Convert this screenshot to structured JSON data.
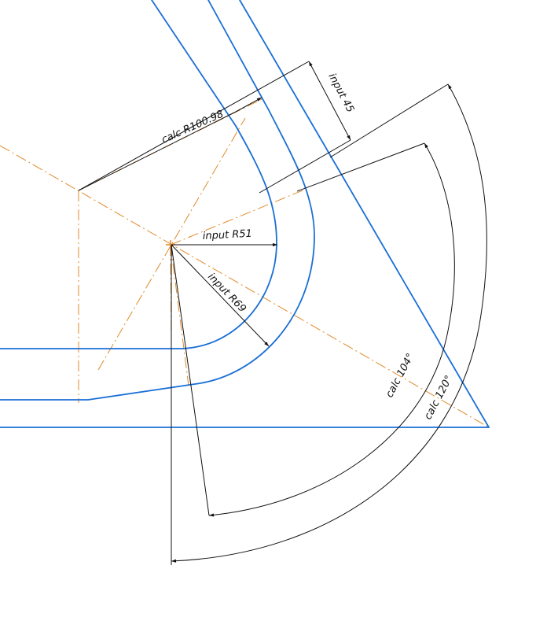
{
  "colors": {
    "geometry": "#1a6fd6",
    "dimension": "#111111",
    "centerline": "#e08a2a",
    "background": "#ffffff"
  },
  "labels": {
    "calc_r100": "calc R100.98",
    "input_45": "input 45",
    "input_r51": "input R51",
    "input_r69": "input R69",
    "calc_104": "calc 104°",
    "calc_120": "calc 120°"
  }
}
